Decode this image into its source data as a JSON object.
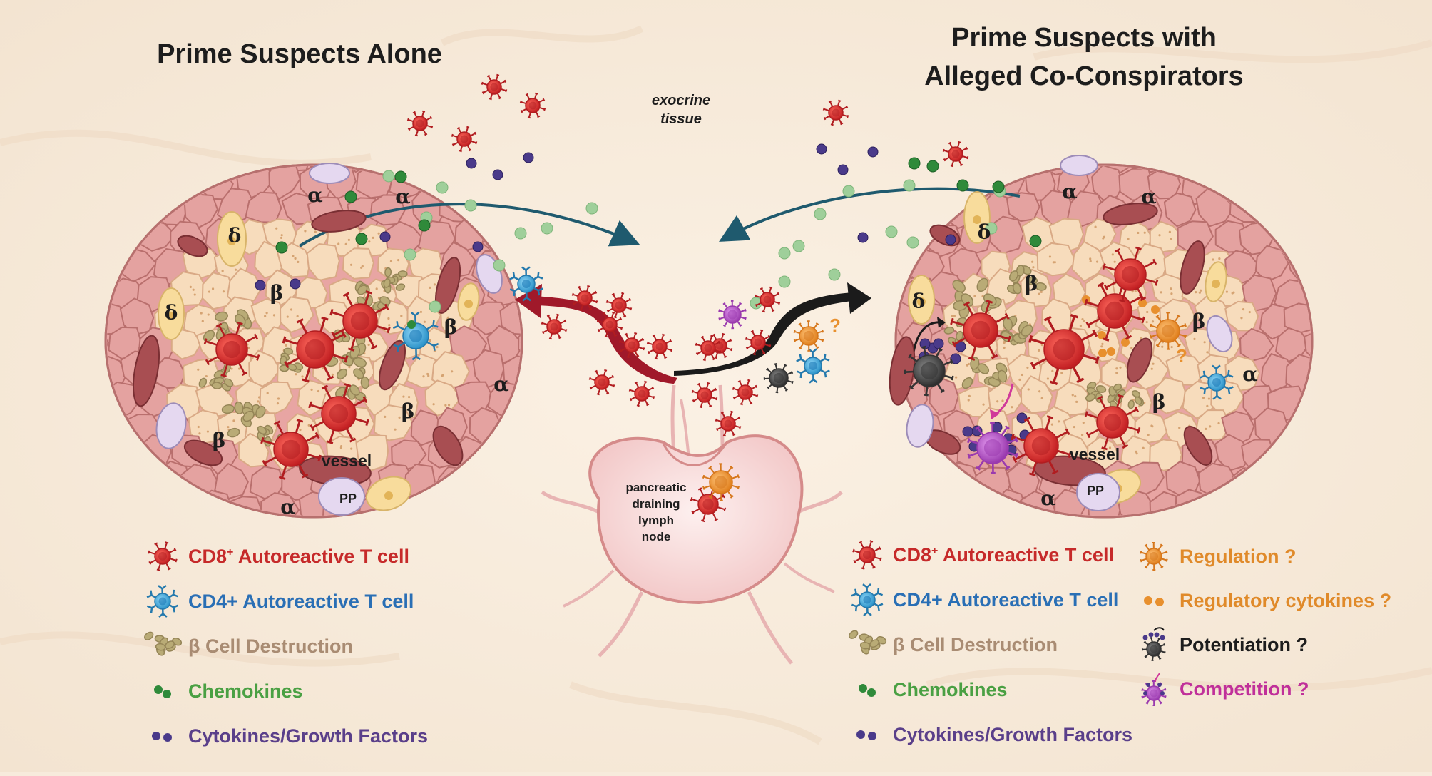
{
  "titles": {
    "left": "Prime Suspects Alone",
    "right_line1": "Prime Suspects with",
    "right_line2": "Alleged Co-Conspirators"
  },
  "labels": {
    "exocrine_1": "exocrine",
    "exocrine_2": "tissue",
    "lymph_1": "pancreatic",
    "lymph_2": "draining",
    "lymph_3": "lymph",
    "lymph_4": "node",
    "vessel": "vessel",
    "pp": "PP",
    "alpha": "α",
    "beta": "β",
    "delta": "δ",
    "question": "?"
  },
  "legend_left": [
    {
      "icon": "cd8-t-cell-icon",
      "label": "CD8",
      "sup": "+",
      "rest": " Autoreactive T cell",
      "color": "#c62a2a"
    },
    {
      "icon": "cd4-t-cell-icon",
      "label": "CD4+ Autoreactive T cell",
      "color": "#2a6fb5"
    },
    {
      "icon": "beta-cell-destruction-icon",
      "label": "β Cell Destruction",
      "color": "#a98c73"
    },
    {
      "icon": "chemokines-icon",
      "label": "Chemokines",
      "color": "#4aa043"
    },
    {
      "icon": "cytokines-icon",
      "label": "Cytokines/Growth Factors",
      "color": "#5a3f8a"
    }
  ],
  "legend_right_a": [
    {
      "icon": "cd8-t-cell-icon",
      "label": "CD8",
      "sup": "+",
      "rest": " Autoreactive T cell",
      "color": "#c62a2a"
    },
    {
      "icon": "cd4-t-cell-icon",
      "label": "CD4+ Autoreactive T cell",
      "color": "#2a6fb5"
    },
    {
      "icon": "beta-cell-destruction-icon",
      "label": "β Cell Destruction",
      "color": "#a98c73"
    },
    {
      "icon": "chemokines-icon",
      "label": "Chemokines",
      "color": "#4aa043"
    },
    {
      "icon": "cytokines-icon",
      "label": "Cytokines/Growth Factors",
      "color": "#5a3f8a"
    }
  ],
  "legend_right_b": [
    {
      "icon": "regulation-cell-icon",
      "label": "Regulation ?",
      "color": "#e08a2a"
    },
    {
      "icon": "regulatory-cytokines-icon",
      "label": "Regulatory cytokines ?",
      "color": "#e08a2a"
    },
    {
      "icon": "potentiation-cell-icon",
      "label": "Potentiation ?",
      "color": "#1d1d1d"
    },
    {
      "icon": "competition-cell-icon",
      "label": "Competition ?",
      "color": "#c0309a"
    }
  ],
  "colors": {
    "cd8": "#d8322f",
    "cd4": "#3aa6dc",
    "destruction": "#b8ad7c",
    "chemokine_light": "#9fcf9a",
    "chemokine_dark": "#2f8a3a",
    "cytokine": "#4a3a8a",
    "regulation": "#e8902e",
    "potentiation": "#3d3d3d",
    "competition": "#b050c0",
    "islet_fill": "#f5dcbf",
    "alpha_cell": "#e8a6a4",
    "arrow_teal": "#1f5a6e",
    "arrow_red": "#a0192a",
    "arrow_black": "#1b1b1b"
  }
}
